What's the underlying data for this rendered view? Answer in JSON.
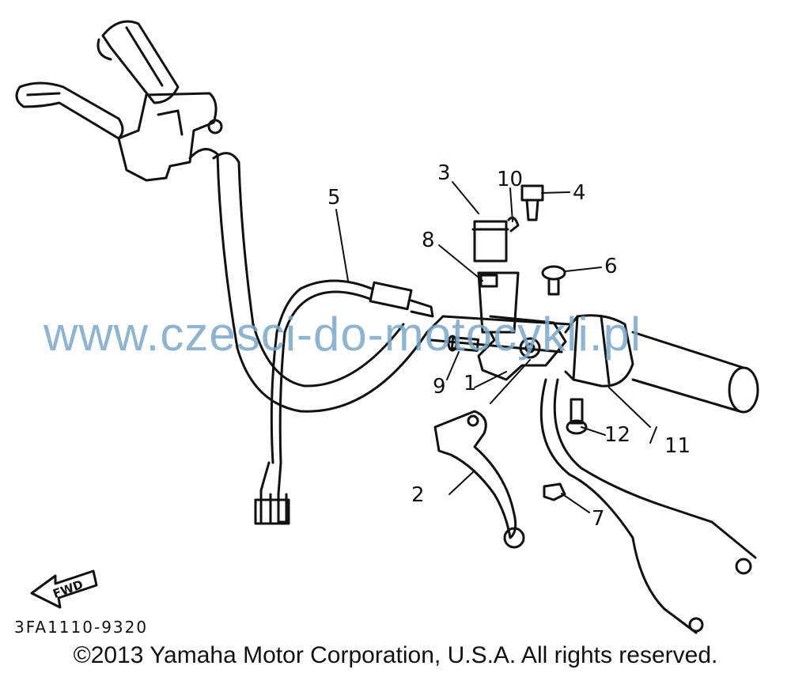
{
  "diagram": {
    "callouts": [
      "1",
      "2",
      "3",
      "4",
      "5",
      "6",
      "7",
      "8",
      "9",
      "10",
      "11",
      "12"
    ],
    "fwd_label": "FWD",
    "part_code": "3FA1110-9320"
  },
  "watermark": "www.czesci-do-motocykli.pl",
  "copyright": "©2013 Yamaha Motor Corporation, U.S.A. All rights reserved."
}
